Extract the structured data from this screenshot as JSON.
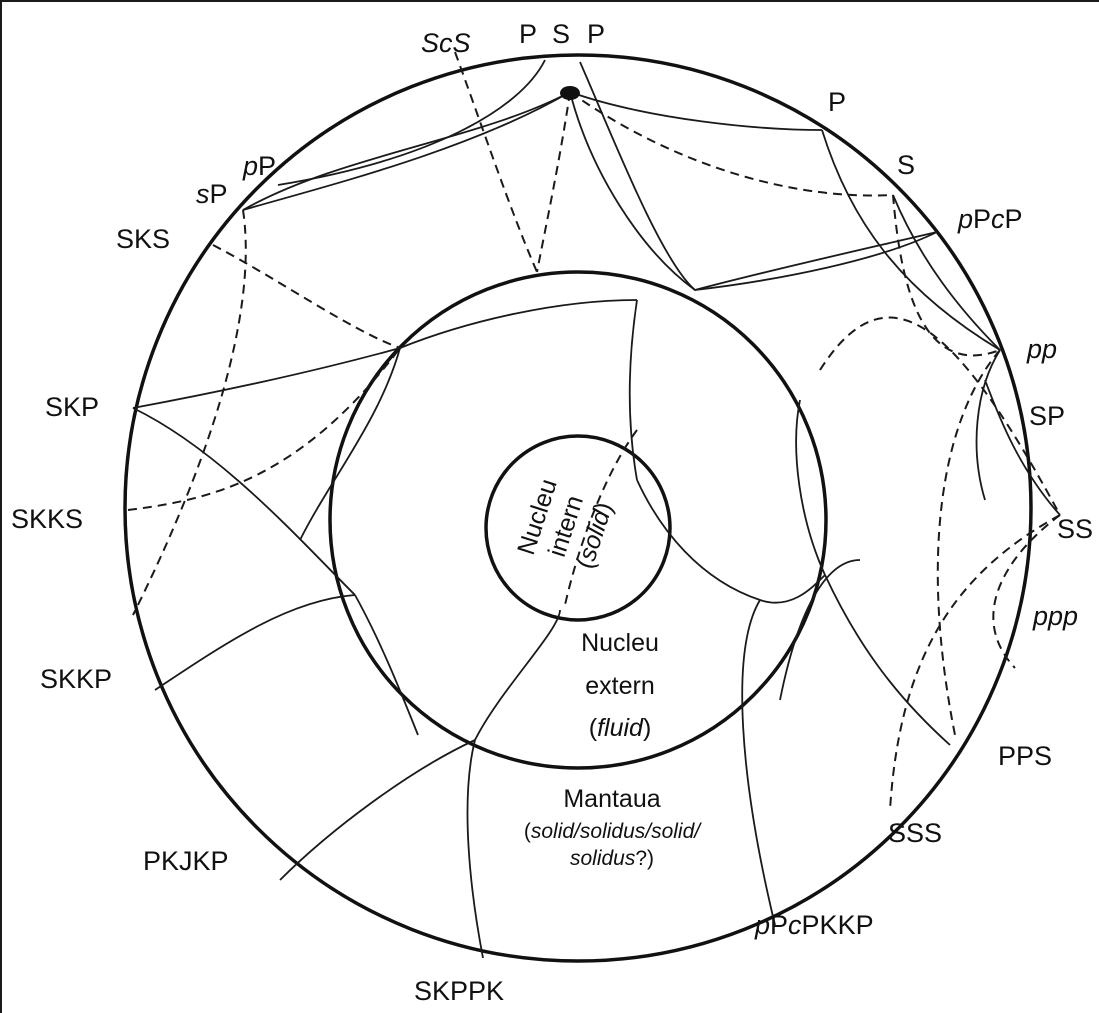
{
  "wave_labels": {
    "ScS": "ScS",
    "P_left": "P",
    "S_top": "S",
    "P_right": "P",
    "P_upper_right": "P",
    "S_right": "S",
    "pPcP_p": "p",
    "pPcP_P": "P",
    "pPcP_c": "c",
    "pPcP_P2": "P",
    "pp": "pp",
    "SP": "SP",
    "SS": "SS",
    "ppp": "ppp",
    "PPS": "PPS",
    "SSS": "SSS",
    "pPcPKKP_p": "p",
    "pPcPKKP_P": "P",
    "pPcPKKP_c": "c",
    "pPcPKKP_rest": "PKKP",
    "SKPPK": "SKPPK",
    "PKJKP": "PKJKP",
    "SKKP": "SKKP",
    "SKKS": "SKKS",
    "SKP": "SKP",
    "SKS": "SKS",
    "sP_s": "s",
    "sP_P": "P",
    "pP_p": "p",
    "pP_P": "P"
  },
  "regions": {
    "inner_core": {
      "line1": "Nucleu",
      "line2": "intern",
      "line3_open": "(",
      "line3_italic": "solid",
      "line3_close": ")"
    },
    "outer_core": {
      "line1": "Nucleu",
      "line2": "extern",
      "line3_open": "(",
      "line3_italic": "fluid",
      "line3_close": ")"
    },
    "mantle": {
      "line1": "Mantaua",
      "line2_open": "(",
      "line2_italic": "solid/solidus/solid/",
      "line3_italic": "solidus",
      "line3_close": "?)"
    }
  },
  "colors": {
    "ink": "#111111",
    "background": "#ffffff"
  }
}
